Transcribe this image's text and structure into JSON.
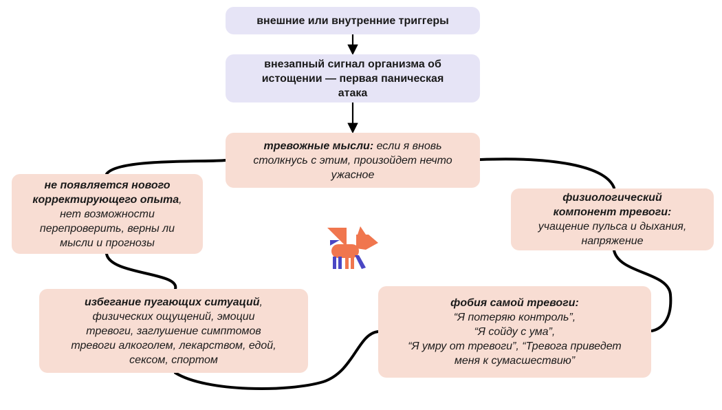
{
  "colors": {
    "lavender": "#e6e4f6",
    "peach": "#f8ddd3",
    "connector": "#000000",
    "logo_orange": "#f0764e",
    "logo_blue": "#4a47c4"
  },
  "logo": {
    "icon": "dog-shapes-logo-icon"
  },
  "nodes": {
    "triggers": {
      "line1": "внешние или внутренние триггеры"
    },
    "first_attack": {
      "line1": "внезапный сигнал организма об",
      "line2": "истощении — первая паническая",
      "line3": "атака"
    },
    "anxious_thoughts": {
      "heading": "тревожные мысли",
      "heading_colon": ":",
      "line1_rest": " если я вновь",
      "line2": "столкнусь с этим, произойдет нечто",
      "line3": "ужасное"
    },
    "physiology": {
      "heading1": "физиологический",
      "heading2": "компонент тревоги",
      "heading2_colon": ":",
      "line3": "учащение пульса и дыхания,",
      "line4": "напряжение"
    },
    "no_experience": {
      "heading1": "не появляется нового",
      "heading2": "корректирующего опыта",
      "heading2_comma": ",",
      "line3": "нет возможности",
      "line4": "перепроверить, верны ли",
      "line5": "мысли и прогнозы"
    },
    "avoidance": {
      "heading": "избегание пугающих ситуаций",
      "heading_comma": ",",
      "line2": "физических ощущений, эмоции",
      "line3": "тревоги, заглушение симптомов",
      "line4": "тревоги алкоголем, лекарством, едой,",
      "line5": "сексом, спортом"
    },
    "phobia": {
      "heading": "фобия самой тревоги",
      "heading_colon": ":",
      "line2": "“Я потеряю контроль”,",
      "line3": "“Я сойду с ума”,",
      "line4": "“Я умру от тревоги”, “Тревога приведет",
      "line5": "меня к сумасшествию”"
    }
  }
}
